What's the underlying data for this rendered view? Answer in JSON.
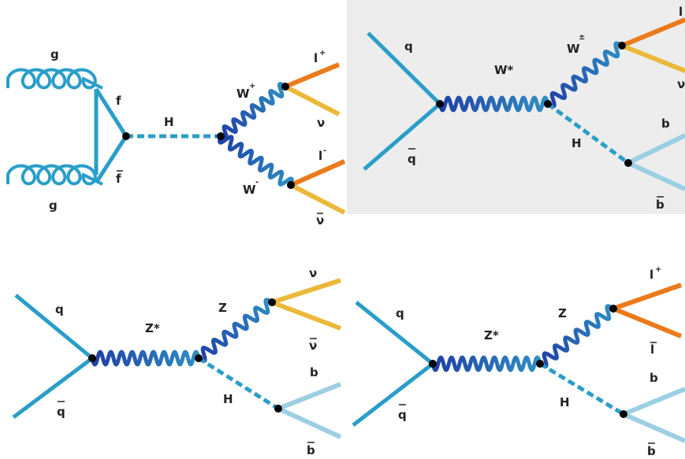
{
  "colors": {
    "quark": "#2a9ec9",
    "boson_dark": "#1f3fa6",
    "boson_light": "#2f8fc4",
    "higgs": "#2a9ec9",
    "lepton_orange": "#ea7a1a",
    "neutrino_yellow": "#ebb83a",
    "bquark": "#9ccfe4",
    "vertex": "#000000",
    "panel_bg_tr": "#ededed"
  },
  "diagrams": {
    "gg_fusion": {
      "g_top": "g",
      "g_bottom": "g",
      "f": "f",
      "fbar": "f",
      "H": "H",
      "Wplus": "W",
      "Wplus_sup": "+",
      "Wminus": "W",
      "Wminus_sup": "-",
      "lplus": "l",
      "lplus_sup": "+",
      "nu": "ν",
      "lminus": "l",
      "lminus_sup": "-",
      "nubar": "ν"
    },
    "wh_production": {
      "q": "q",
      "qbar": "q",
      "Wstar": "W*",
      "Wpm": "W",
      "Wpm_sup": "±",
      "l": "l",
      "nu": "ν",
      "H": "H",
      "b": "b",
      "bbar": "b"
    },
    "zh_nunu": {
      "q": "q",
      "qbar": "q",
      "Zstar": "Z*",
      "Z": "Z",
      "nu": "ν",
      "nubar": "ν",
      "H": "H",
      "b": "b",
      "bbar": "b"
    },
    "zh_ll": {
      "q": "q",
      "qbar": "q",
      "Zstar": "Z*",
      "Z": "Z",
      "lplus": "l",
      "lplus_sup": "+",
      "lminus": "l",
      "H": "H",
      "b": "b",
      "bbar": "b"
    }
  }
}
